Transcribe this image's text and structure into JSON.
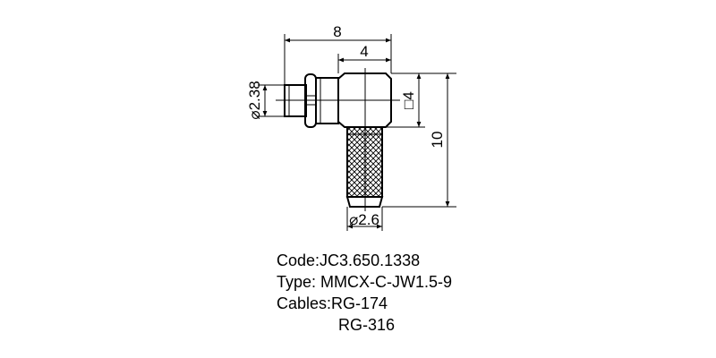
{
  "drawing": {
    "dimensions": {
      "overall_length": "8",
      "body_offset": "4",
      "pin_diameter": "⌀2.38",
      "body_square": "□4",
      "overall_height": "10",
      "cable_diameter": "⌀2.6"
    },
    "line_color": "#000000"
  },
  "spec": {
    "code": "Code:JC3.650.1338",
    "type": "Type: MMCX-C-JW1.5-9",
    "cables_label": "Cables:RG-174",
    "cables_extra": "RG-316"
  }
}
